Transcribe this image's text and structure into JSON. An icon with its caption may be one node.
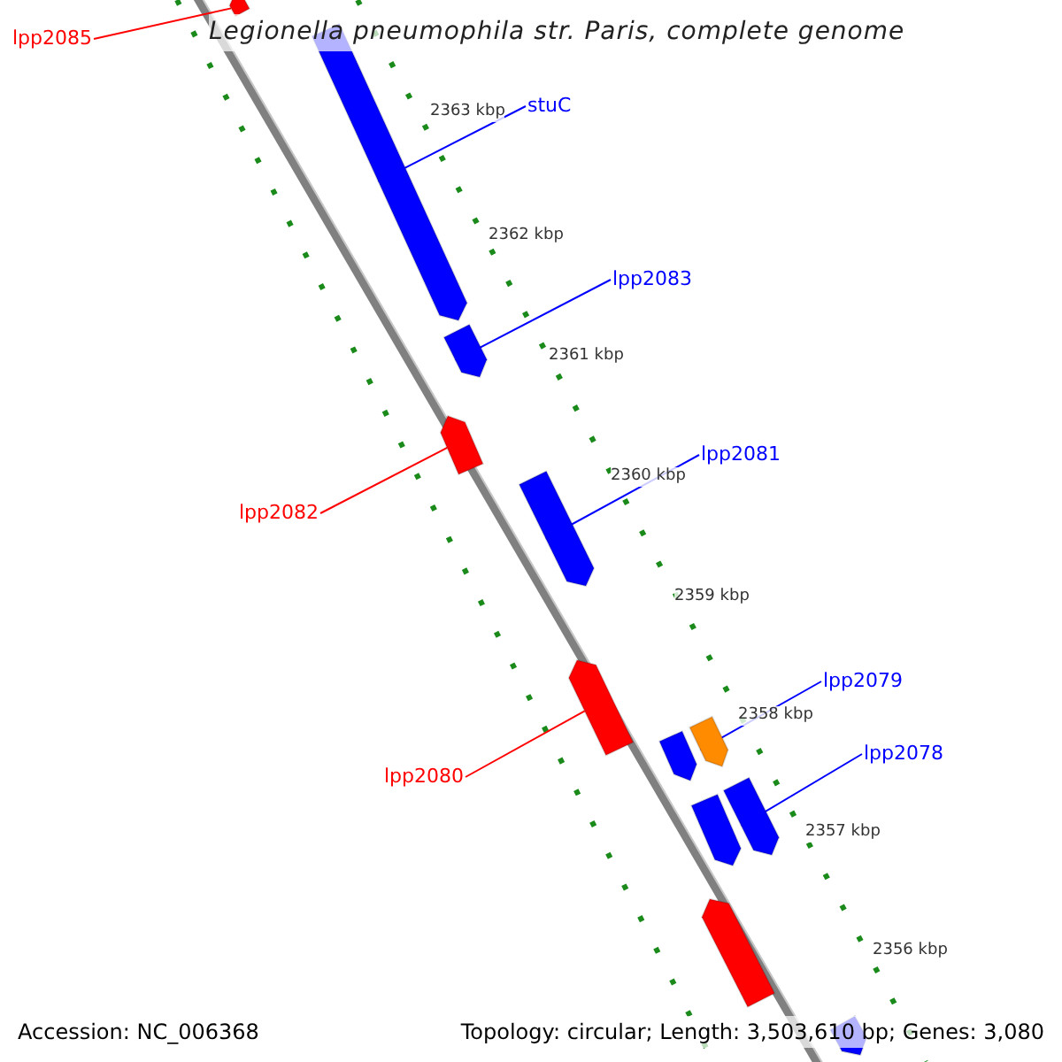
{
  "diagram": {
    "title": "Legionella pneumophila str. Paris, complete genome",
    "nodes": [
      {
        "text": [
          "lpp2085"
        ]
      },
      {
        "text": [],
        "shape": "bar"
      },
      {
        "text": [
          "stuC"
        ]
      },
      {
        "text": [],
        "shape": "bar"
      },
      {
        "text": [
          "lpp2083"
        ]
      },
      {
        "text": [],
        "shape": "bar"
      },
      {
        "text": [
          "lpp2081"
        ]
      },
      {
        "text": [],
        "shape": "bar"
      },
      {
        "text": [
          "lpp2082"
        ]
      },
      {
        "text": [],
        "shape": "bar"
      },
      {
        "text": [
          "lpp2080"
        ]
      },
      {
        "text": [],
        "shape": "bar"
      },
      {
        "text": [
          "lpp2079"
        ]
      },
      {
        "text": [],
        "shape": "bar"
      },
      {
        "text": [
          "lpp2078"
        ]
      },
      {
        "text": [],
        "shape": "bar"
      },
      {
        "text": [],
        "shape": "bar"
      },
      {
        "text": [],
        "shape": "bar"
      },
      {
        "text": [],
        "shape": "bar"
      },
      {
        "text": [],
        "shape": "bar"
      }
    ],
    "edges": [
      {
        "from": 0,
        "to": 1,
        "arrow": "none",
        "color": "#ff0000"
      },
      {
        "from": 2,
        "to": 3,
        "arrow": "none"
      },
      {
        "from": 4,
        "to": 5,
        "arrow": "none"
      },
      {
        "from": 6,
        "to": 7,
        "arrow": "none"
      },
      {
        "from": 8,
        "to": 9,
        "arrow": "none",
        "color": "#ff0000"
      },
      {
        "from": 10,
        "to": 11,
        "arrow": "none",
        "color": "#ff0000"
      },
      {
        "from": 12,
        "to": 13,
        "arrow": "none"
      },
      {
        "from": 14,
        "to": 15,
        "arrow": "none"
      }
    ],
    "labels": [
      "2363 kbp",
      "2362 kbp",
      "2361 kbp",
      "2360 kbp",
      "2359 kbp",
      "2358 kbp",
      "2357 kbp",
      "2356 kbp",
      "Accession: NC_006368",
      "Topology: circular; Length: 3,503,610 bp; Genes: 3,080"
    ]
  }
}
